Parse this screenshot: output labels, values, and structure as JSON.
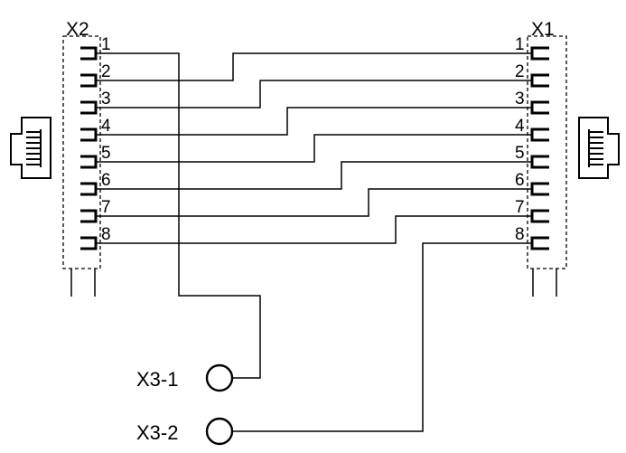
{
  "connector_left": {
    "label": "X2"
  },
  "connector_right": {
    "label": "X1"
  },
  "pins": [
    "1",
    "2",
    "3",
    "4",
    "5",
    "6",
    "7",
    "8"
  ],
  "terminals": [
    {
      "label": "X3-1"
    },
    {
      "label": "X3-2"
    }
  ],
  "colors": {
    "line": "#000000",
    "background": "#ffffff"
  },
  "icons": {
    "left": "rj45-jack-icon",
    "right": "rj45-jack-icon"
  }
}
